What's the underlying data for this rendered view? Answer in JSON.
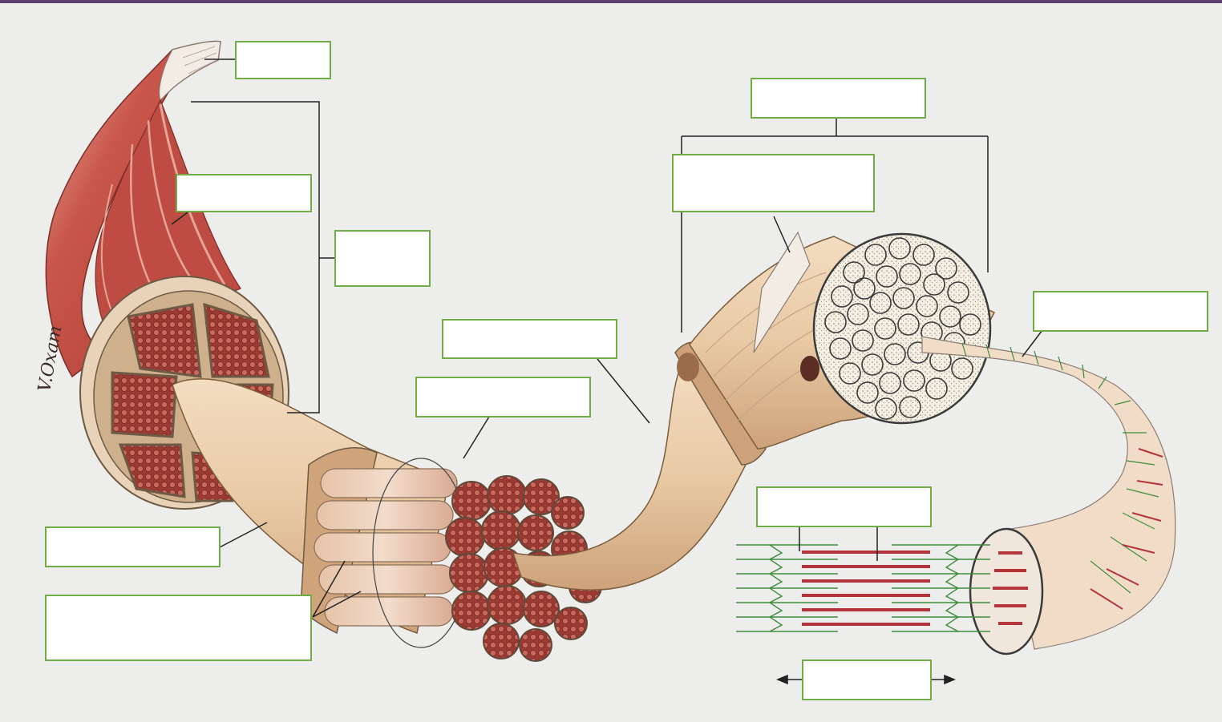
{
  "figure": {
    "signature": "V.Oxam",
    "label_boxes": [
      {
        "id": "tendon",
        "text": ""
      },
      {
        "id": "muscle-belly",
        "text": ""
      },
      {
        "id": "whole-muscle",
        "text": ""
      },
      {
        "id": "muscle-fiber",
        "text": ""
      },
      {
        "id": "sarcolemma",
        "text": ""
      },
      {
        "id": "fascicle",
        "text": ""
      },
      {
        "id": "endomysium",
        "text": ""
      },
      {
        "id": "perimysium",
        "text": ""
      },
      {
        "id": "myofibril",
        "text": ""
      },
      {
        "id": "sarcomere-filaments",
        "text": ""
      },
      {
        "id": "myofilament",
        "text": ""
      },
      {
        "id": "sarcomere",
        "text": ""
      }
    ]
  },
  "colors": {
    "label_border": "#70ad47",
    "muscle_red": "#b8453c",
    "fascicle_red": "#9d3b32",
    "sheath_tan": "#e6cfb0",
    "actin_green": "#3c8d3a",
    "myosin_red": "#b3343a",
    "line_dark": "#333333"
  }
}
